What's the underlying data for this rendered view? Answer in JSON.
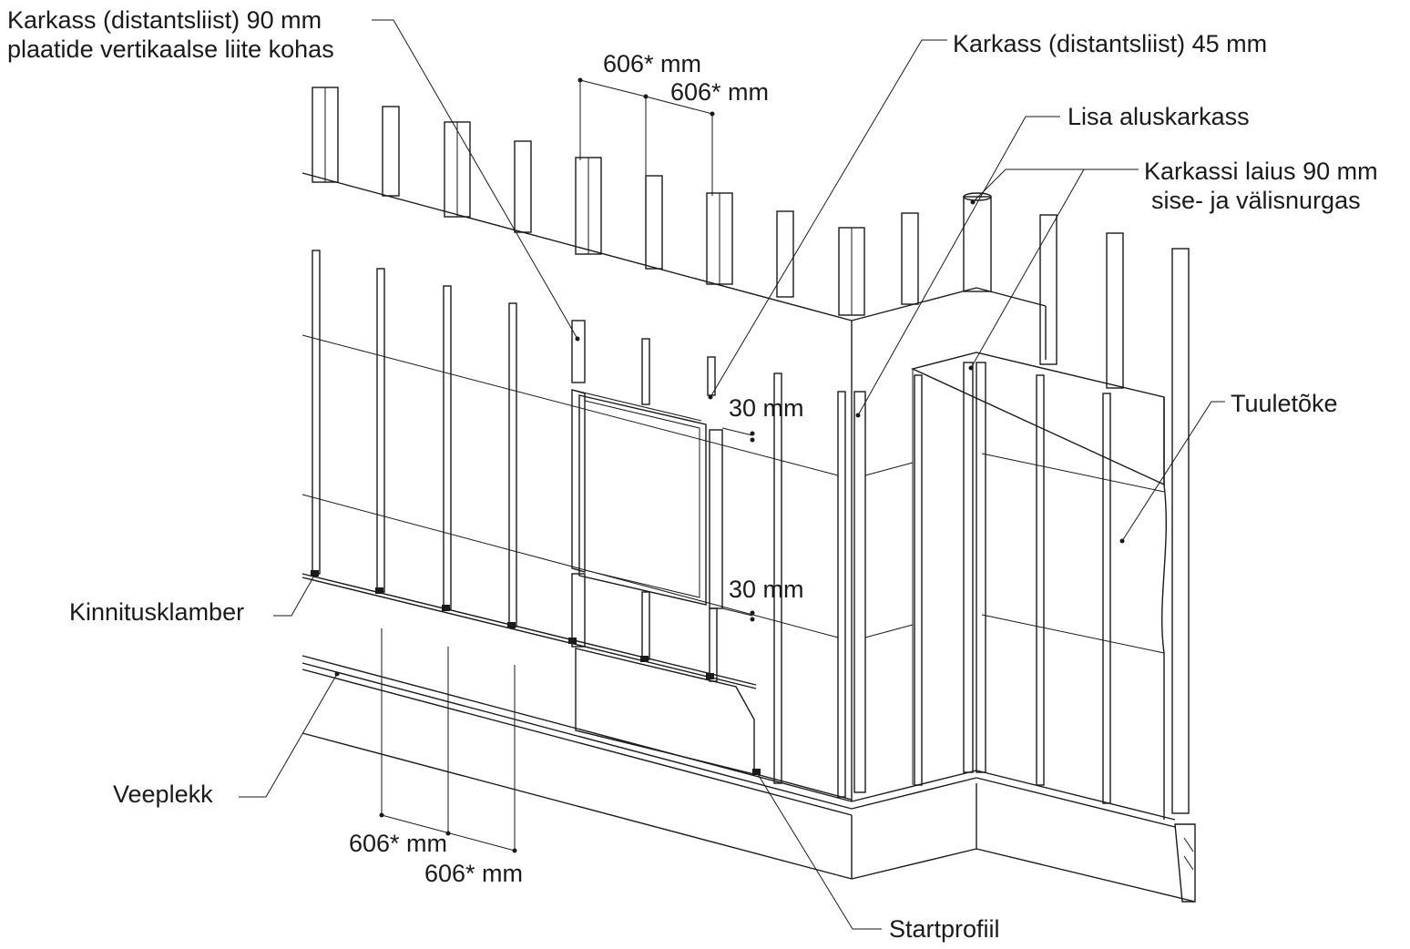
{
  "labels": {
    "karkass90_line1": "Karkass (distantsliist) 90 mm",
    "karkass90_line2": "plaatide vertikaalse liite kohas",
    "dim606_top_a": "606* mm",
    "dim606_top_b": "606* mm",
    "karkass45": "Karkass (distantsliist) 45 mm",
    "lisa_aluskarkass": "Lisa aluskarkass",
    "karkassi_laius_line1": "Karkassi laius 90 mm",
    "karkassi_laius_line2": "sise- ja välisnurgas",
    "gap30_top": "30 mm",
    "gap30_bottom": "30 mm",
    "tuuletoke": "Tuuletõke",
    "kinnitusklamber": "Kinnitusklamber",
    "veeplekk": "Veeplekk",
    "dim606_bottom_a": "606* mm",
    "dim606_bottom_b": "606* mm",
    "startprofiil": "Startprofiil"
  }
}
